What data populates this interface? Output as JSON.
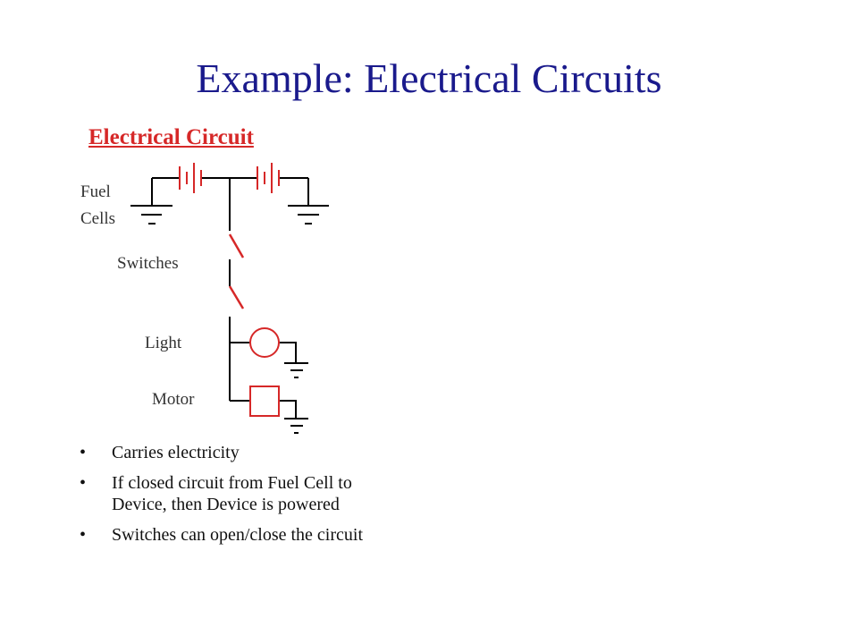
{
  "title": "Example: Electrical Circuits",
  "heading": "Electrical Circuit",
  "labels": {
    "fuel_cells": "Fuel Cells",
    "switches": "Switches",
    "light": "Light",
    "motor": "Motor"
  },
  "bullets": [
    "Carries electricity",
    "If closed circuit from Fuel Cell to Device, then Device is powered",
    "Switches can open/close the circuit"
  ],
  "bullet_glyph": "•",
  "colors": {
    "title": "#1a1a8c",
    "accent": "#d62828",
    "wire": "#000000"
  }
}
